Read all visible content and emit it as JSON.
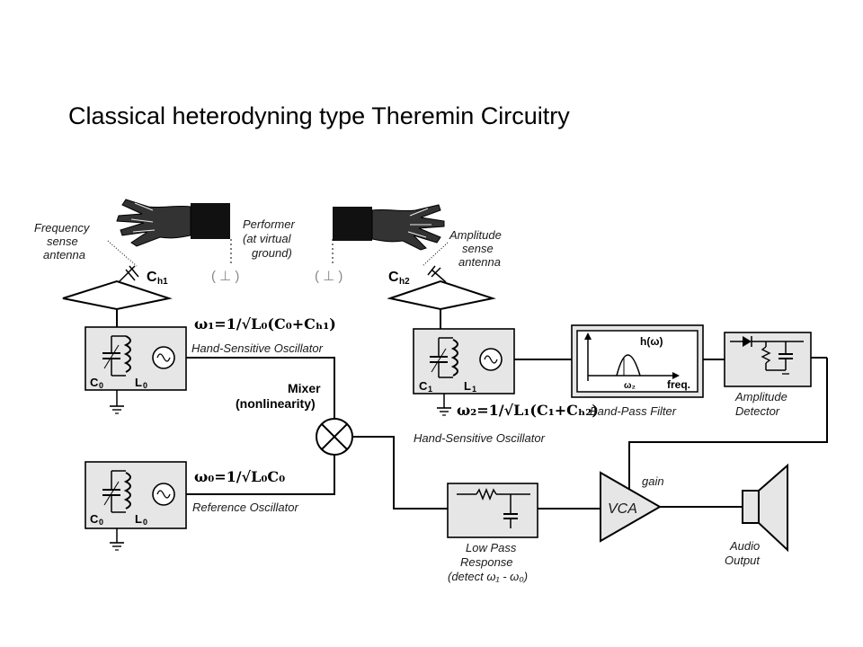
{
  "slide": {
    "title": "Classical heterodyning type Theremin Circuitry"
  },
  "antenna_labels": {
    "frequency_sense": [
      "Frequency",
      "sense",
      "antenna"
    ],
    "amplitude_sense": [
      "Amplitude",
      "sense",
      "antenna"
    ],
    "performer": [
      "Performer",
      "(at virtual",
      "ground)"
    ],
    "ch1_main": "C",
    "ch1_sub": "h1",
    "ch2_main": "C",
    "ch2_sub": "h2",
    "ground_paren": "( ⊥ )"
  },
  "oscillators": {
    "hand1": {
      "caption": "Hand-Sensitive Oscillator",
      "c_main": "C",
      "c_sub": "0",
      "l_main": "L",
      "l_sub": "0",
      "formula": "ω₁=1/√L₀(C₀+Cₕ₁)"
    },
    "reference": {
      "caption": "Reference Oscillator",
      "c_main": "C",
      "c_sub": "0",
      "l_main": "L",
      "l_sub": "0",
      "formula": "ω₀=1/√L₀C₀"
    },
    "hand2": {
      "caption": "Hand-Sensitive Oscillator",
      "c_main": "C",
      "c_sub": "1",
      "l_main": "L",
      "l_sub": "1",
      "formula": "ω₂=1/√L₁(C₁+Cₕ₂)"
    }
  },
  "mixer": {
    "label_line1": "Mixer",
    "label_line2": "(nonlinearity)"
  },
  "band_pass": {
    "caption": "Band-Pass Filter",
    "h_label": "h(ω)",
    "w_label": "ω₂",
    "freq_label": "freq."
  },
  "amplitude_detector": {
    "caption_line1": "Amplitude",
    "caption_line2": "Detector"
  },
  "low_pass": {
    "caption": [
      "Low Pass",
      "Response",
      "(detect ω₁ - ω₀)"
    ]
  },
  "vca": {
    "label": "VCA",
    "gain_label": "gain"
  },
  "audio_output": {
    "caption_line1": "Audio",
    "caption_line2": "Output"
  }
}
